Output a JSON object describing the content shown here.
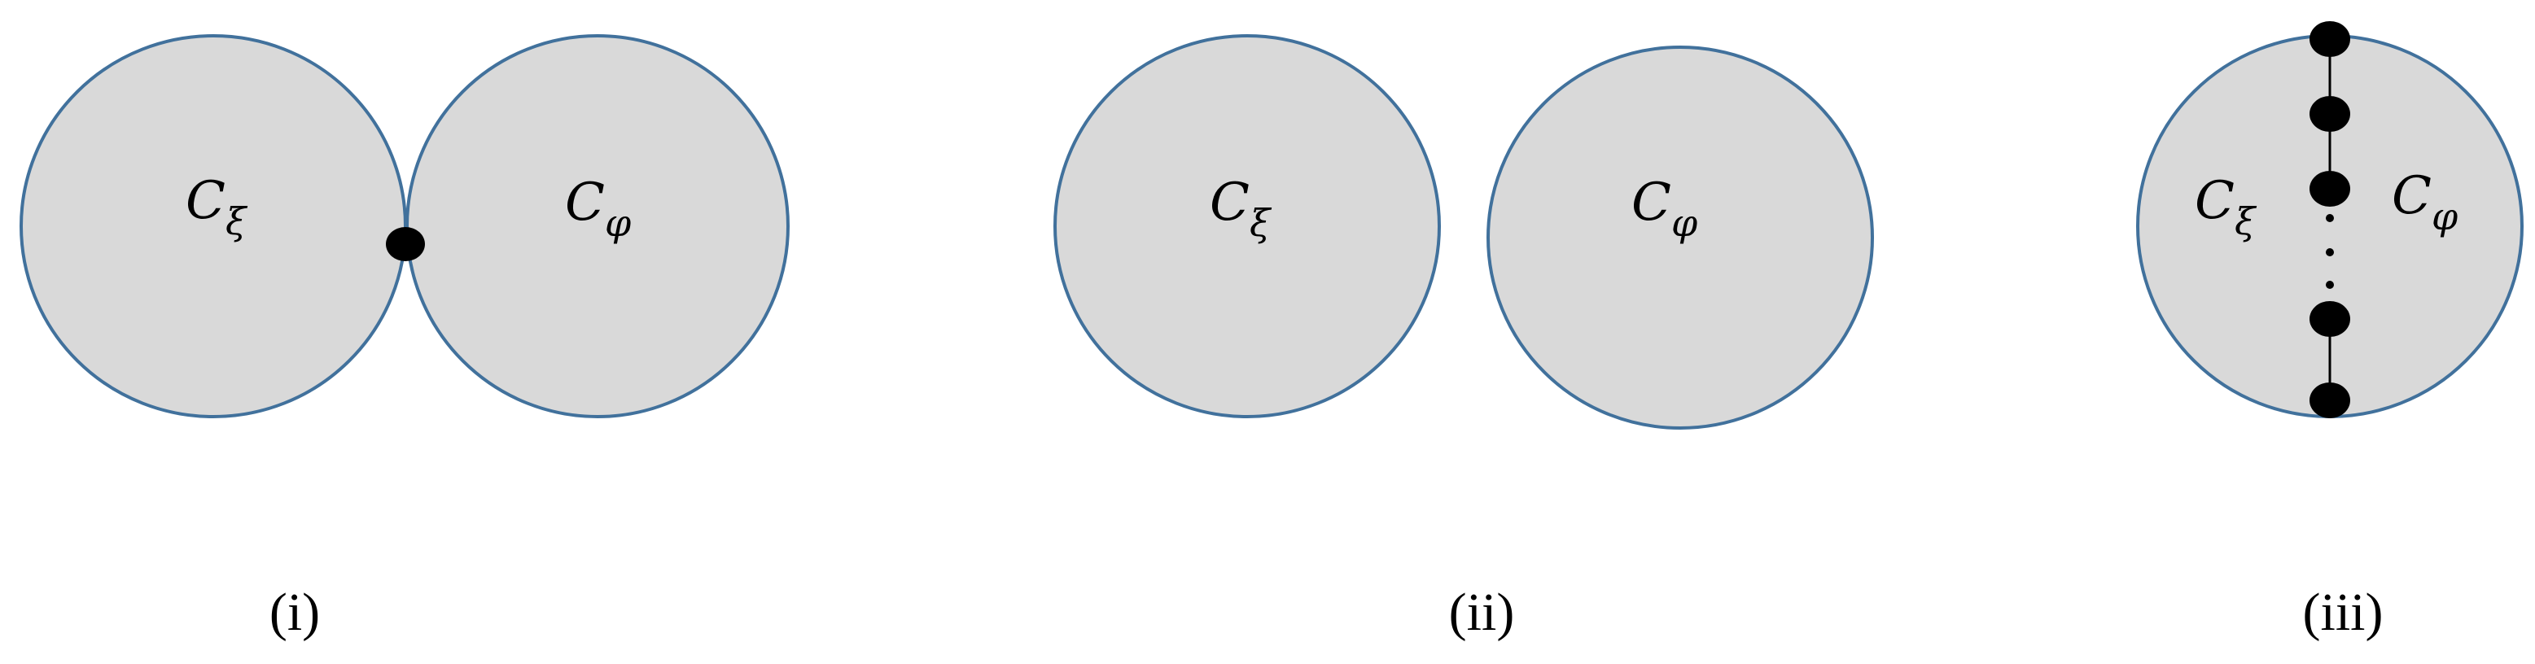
{
  "colors": {
    "circle_fill": "#d9d9d9",
    "circle_stroke": "#41719c",
    "node": "#000000"
  },
  "panels": [
    {
      "caption": "(i)",
      "labels": [
        {
          "base": "C",
          "sub": "ξ"
        },
        {
          "base": "C",
          "sub": "φ"
        }
      ]
    },
    {
      "caption": "(ii)",
      "labels": [
        {
          "base": "C",
          "sub": "ξ"
        },
        {
          "base": "C",
          "sub": "φ"
        }
      ]
    },
    {
      "caption": "(iii)",
      "labels": [
        {
          "base": "C",
          "sub": "ξ"
        },
        {
          "base": "C",
          "sub": "φ"
        }
      ],
      "ellipsis": "⋮"
    }
  ]
}
